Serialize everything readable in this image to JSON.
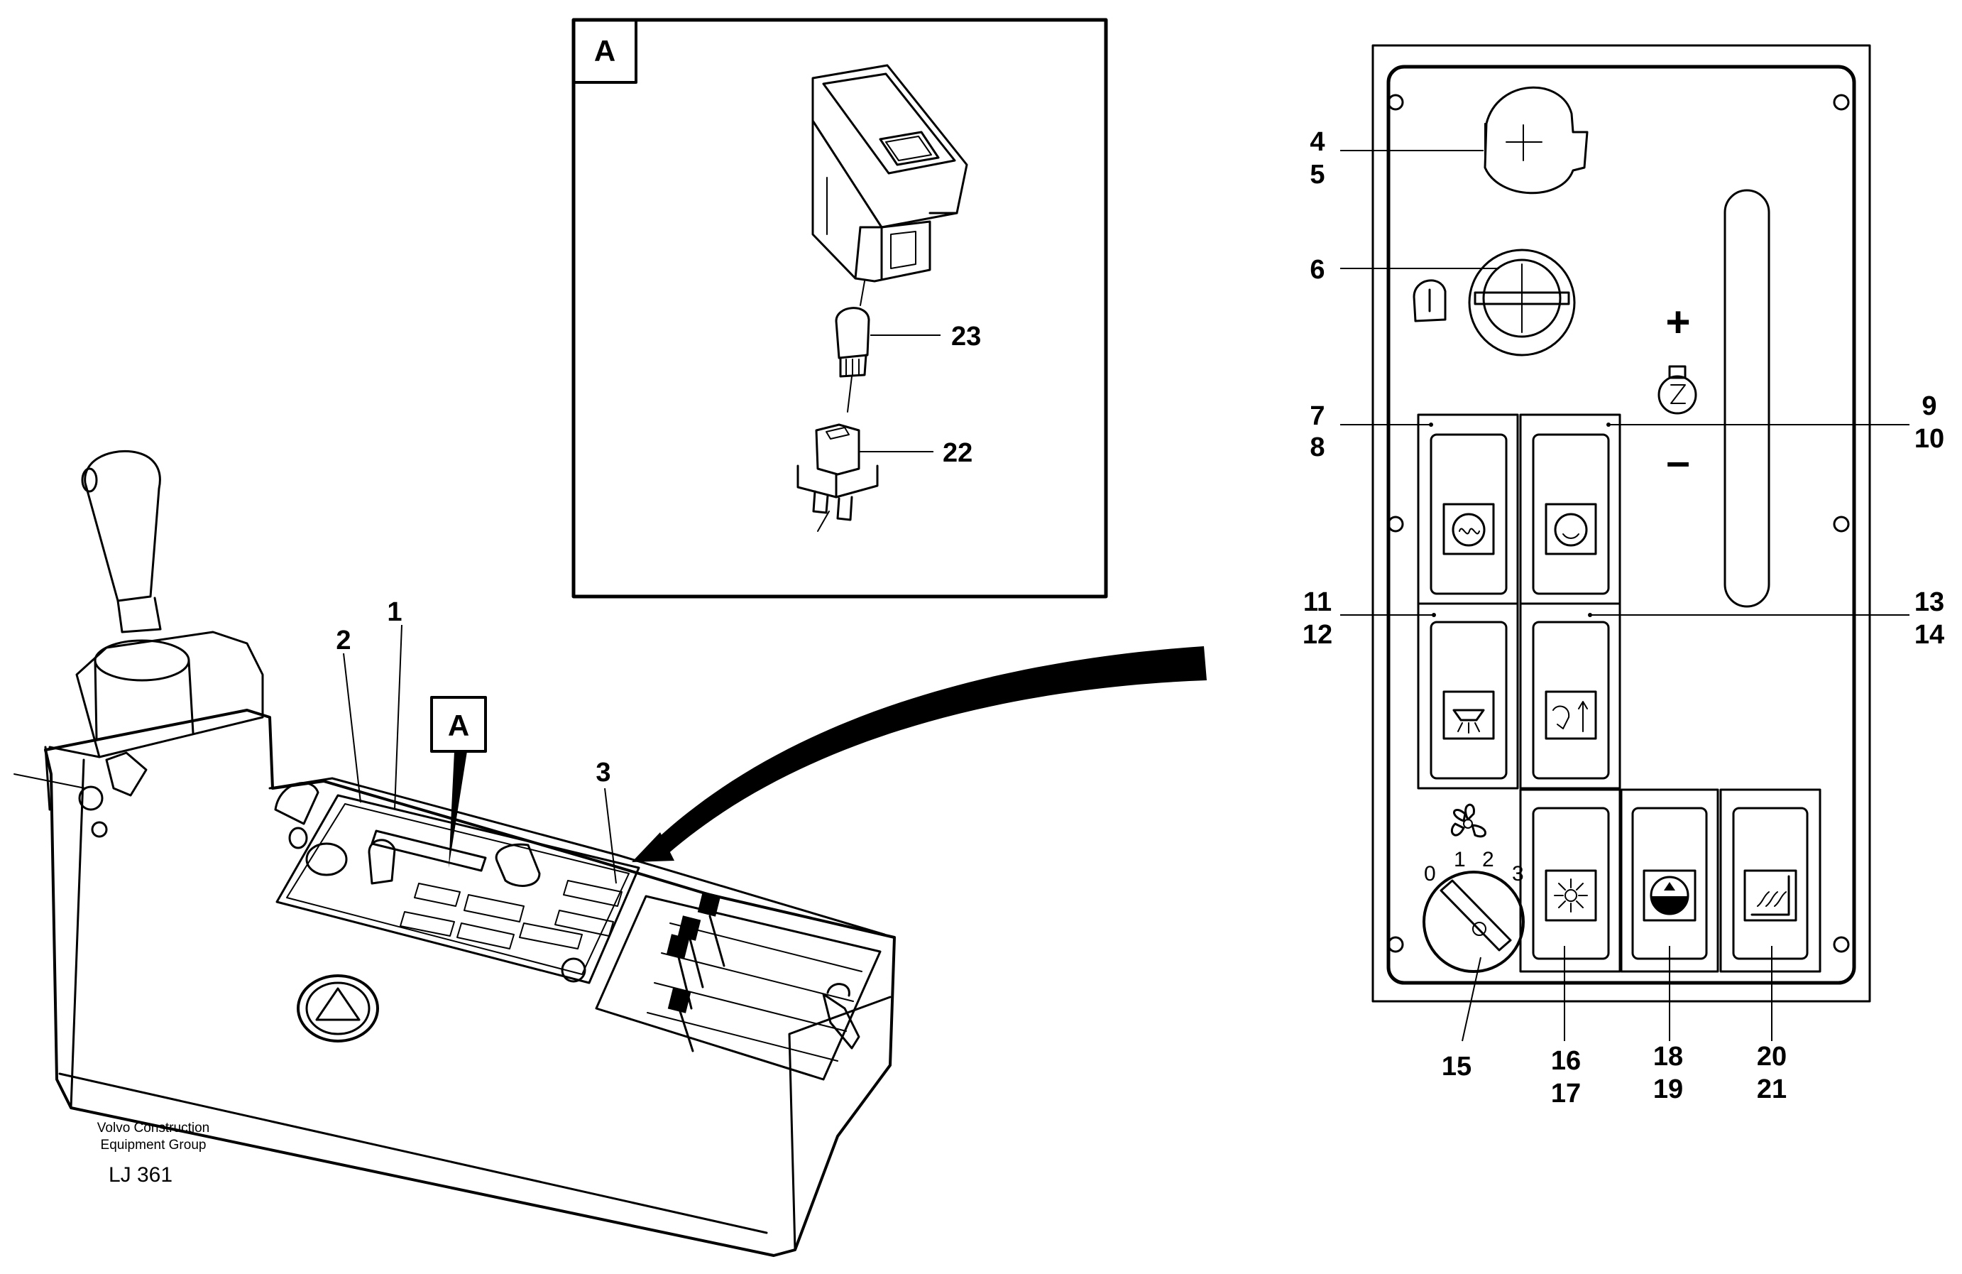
{
  "detail": {
    "tag": "A",
    "parts": {
      "bulb": "23",
      "holder": "22"
    }
  },
  "console": {
    "detail_tag": "A",
    "parts": {
      "p1": "1",
      "p2": "2",
      "p3": "3"
    }
  },
  "panel": {
    "labels": {
      "l4": "4",
      "l5": "5",
      "l6": "6",
      "l7": "7",
      "l8": "8",
      "l9": "9",
      "l10": "10",
      "l11": "11",
      "l12": "12",
      "l13": "13",
      "l14": "14",
      "l15": "15",
      "l16": "16",
      "l17": "17",
      "l18": "18",
      "l19": "19",
      "l20": "20",
      "l21": "21"
    },
    "symbols": {
      "plus": "+",
      "minus": "–"
    },
    "fan_positions": [
      "0",
      "1",
      "2",
      "3"
    ]
  },
  "footer": {
    "company_line1": "Volvo Construction",
    "company_line2": "Equipment Group",
    "drawing_code": "LJ 361"
  }
}
